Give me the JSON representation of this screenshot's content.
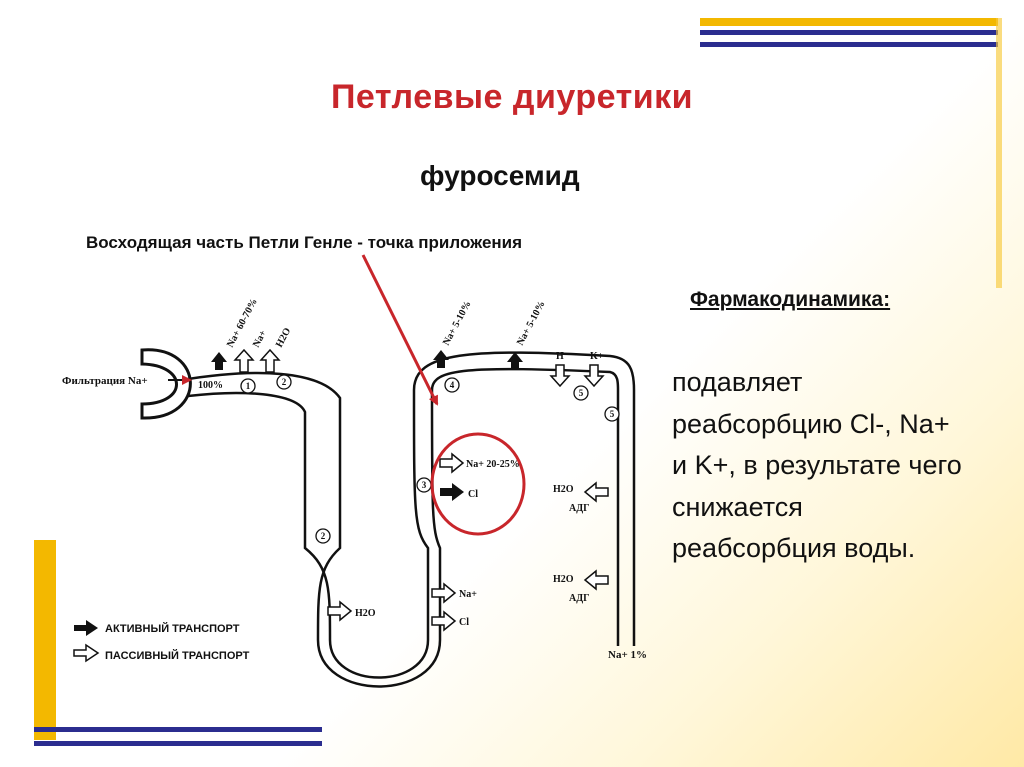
{
  "slide": {
    "title": "Петлевые диуретики",
    "drug": "фуросемид",
    "point_of_action": "Восходящая часть Петли Генле - точка приложения",
    "section_header": "Фармакодинамика:",
    "description": "подавляет реабсорбцию Cl-, Na+ и K+, в результате чего снижается реабсорбция воды."
  },
  "colors": {
    "title": "#c8262b",
    "accent_blue": "#2b2d8f",
    "accent_yellow": "#f3b800",
    "highlight_red": "#c8262b"
  },
  "diagram": {
    "filtration": "Фильтрация Na+",
    "filtration_pct": "100%",
    "na_60_70": "Na+ 60-70%",
    "na_small": "Na+",
    "h2o": "H2O",
    "na_5_10_a": "Na+ 5-10%",
    "na_5_10_b": "Na+ 5-10%",
    "h_ion": "H",
    "k_ion": "K+",
    "na_20_25": "Na+ 20-25%",
    "cl": "Cl",
    "adg": "АДГ",
    "na_1": "Na+ 1%",
    "segments": {
      "s1": "1",
      "s2": "2",
      "s3": "3",
      "s4": "4",
      "s5": "5"
    },
    "legend": {
      "active": "АКТИВНЫЙ ТРАНСПОРТ",
      "passive": "ПАССИВНЫЙ ТРАНСПОРТ"
    }
  }
}
